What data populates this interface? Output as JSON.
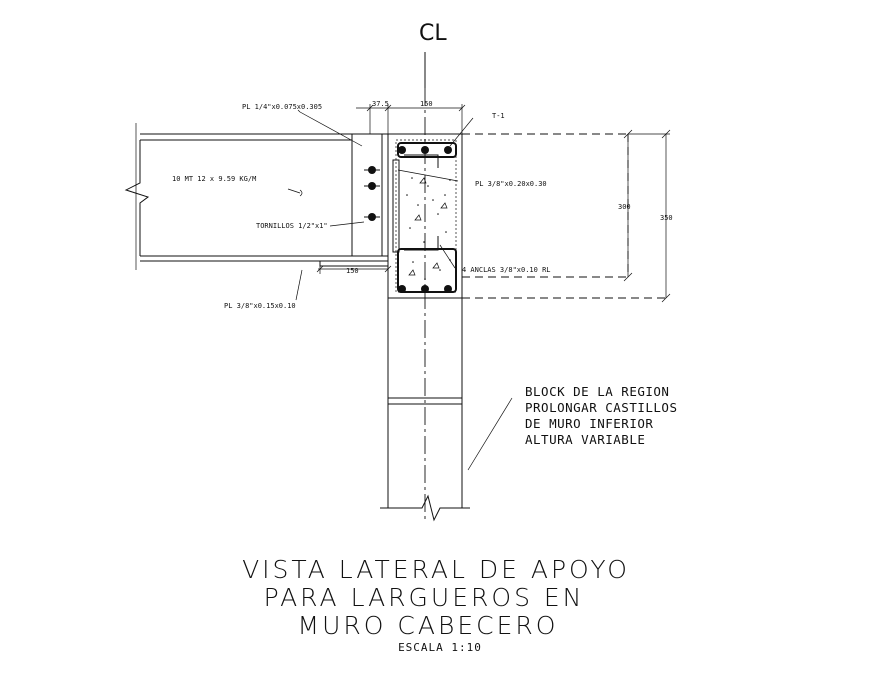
{
  "centerline_symbol": "CL",
  "labels": {
    "plate_top": "PL 1/4\"x0.075x0.305",
    "dim_37": "37.5",
    "dim_150_top": "150",
    "tie": "T-1",
    "beam": "10 MT 12 x 9.59 KG/M",
    "plate_mid": "PL 3/8\"x0.20x0.30",
    "bolts": "TORNILLOS 1/2\"x1\"",
    "dim_150_bottom": "150",
    "anchors": "4 ANCLAS 3/8\"x0.10 RL",
    "plate_bottom": "PL 3/8\"x0.15x0.10",
    "dim_300": "300",
    "dim_350": "350"
  },
  "note": {
    "lines": [
      "BLOCK DE LA REGION",
      "PROLONGAR CASTILLOS",
      "DE MURO INFERIOR",
      "ALTURA VARIABLE"
    ]
  },
  "title": {
    "lines": [
      "VISTA LATERAL DE APOYO",
      "PARA LARGUEROS EN",
      "MURO CABECERO"
    ],
    "scale": "ESCALA 1:10"
  }
}
